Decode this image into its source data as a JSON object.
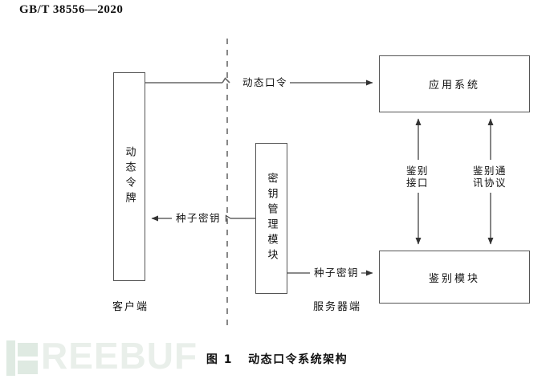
{
  "document": {
    "standard_number": "GB/T 38556—2020"
  },
  "watermark": {
    "text": "REEBUF",
    "color": "#e9efea"
  },
  "figure": {
    "caption": "图 1   动态口令系统架构",
    "divider": {
      "name": "client-server-dashed-divider",
      "style": "dashed",
      "orientation": "vertical"
    },
    "zones": [
      {
        "id": "client",
        "label": "客户端"
      },
      {
        "id": "server",
        "label": "服务器端"
      }
    ],
    "nodes": [
      {
        "id": "token",
        "label": "动态令牌",
        "orientation": "vertical"
      },
      {
        "id": "keymgr",
        "label": "密钥管理模块",
        "orientation": "vertical"
      },
      {
        "id": "appsys",
        "label": "应用系统",
        "orientation": "horizontal"
      },
      {
        "id": "authmod",
        "label": "鉴别模块",
        "orientation": "horizontal"
      }
    ],
    "edges": [
      {
        "id": "otp",
        "label": "动态口令",
        "from": "token",
        "to": "appsys",
        "direction": "right"
      },
      {
        "id": "seed1",
        "label": "种子密钥",
        "from": "keymgr",
        "to": "token",
        "direction": "left"
      },
      {
        "id": "seed2",
        "label": "种子密钥",
        "from": "keymgr",
        "to": "authmod",
        "direction": "right"
      },
      {
        "id": "auth-api",
        "label_line1": "鉴别",
        "label_line2": "接口",
        "from": "appsys",
        "to": "authmod",
        "direction": "both"
      },
      {
        "id": "auth-prot",
        "label_line1": "鉴别通",
        "label_line2": "讯协议",
        "from": "appsys",
        "to": "authmod",
        "direction": "both"
      }
    ]
  },
  "colors": {
    "line": "#555555",
    "text": "#111111",
    "background": "#ffffff"
  }
}
